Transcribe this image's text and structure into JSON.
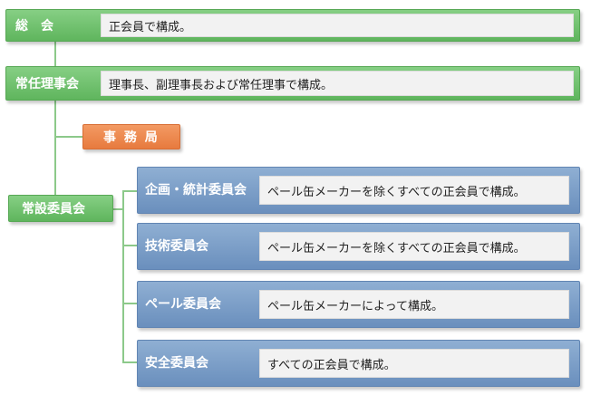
{
  "nodes": {
    "general_assembly": {
      "label": "総　会",
      "desc": "正会員で構成。"
    },
    "standing_board": {
      "label": "常任理事会",
      "desc": "理事長、副理事長および常任理事で構成。"
    },
    "secretariat": {
      "label": "事 務 局"
    },
    "standing_committee": {
      "label": "常設委員会"
    },
    "committees": [
      {
        "label": "企画・統計委員会",
        "desc": "ペール缶メーカーを除くすべての正会員で構成。"
      },
      {
        "label": "技術委員会",
        "desc": "ペール缶メーカーを除くすべての正会員で構成。"
      },
      {
        "label": "ペール委員会",
        "desc": "ペール缶メーカーによって構成。"
      },
      {
        "label": "安全委員会",
        "desc": "すべての正会員で構成。"
      }
    ]
  },
  "colors": {
    "green": "#6cc06a",
    "blue": "#7a9cc8",
    "orange": "#ec8a52",
    "connector": "#8cc98a"
  }
}
